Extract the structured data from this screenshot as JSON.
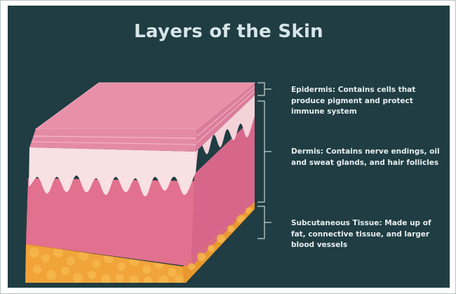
{
  "title": "Layers of the Skin",
  "layers": [
    {
      "id": "epidermis",
      "label": "Epidermis: Contains cells that produce pigment and protect immune system"
    },
    {
      "id": "dermis",
      "label": "Dermis: Contains nerve endings, oil and sweat glands, and hair follicles"
    },
    {
      "id": "subcutaneous",
      "label": "Subcutaneous Tissue: Made up of fat, connective tissue, and larger blood vessels"
    }
  ],
  "colors": {
    "background": "#1f3d42",
    "title": "#d7e5e8",
    "epidermis": "#e890a8",
    "dermis": "#e2708f",
    "wavy_layer": "#f8e0e3",
    "fat": "#f0a43a",
    "bracket": "#c8d4d6"
  }
}
